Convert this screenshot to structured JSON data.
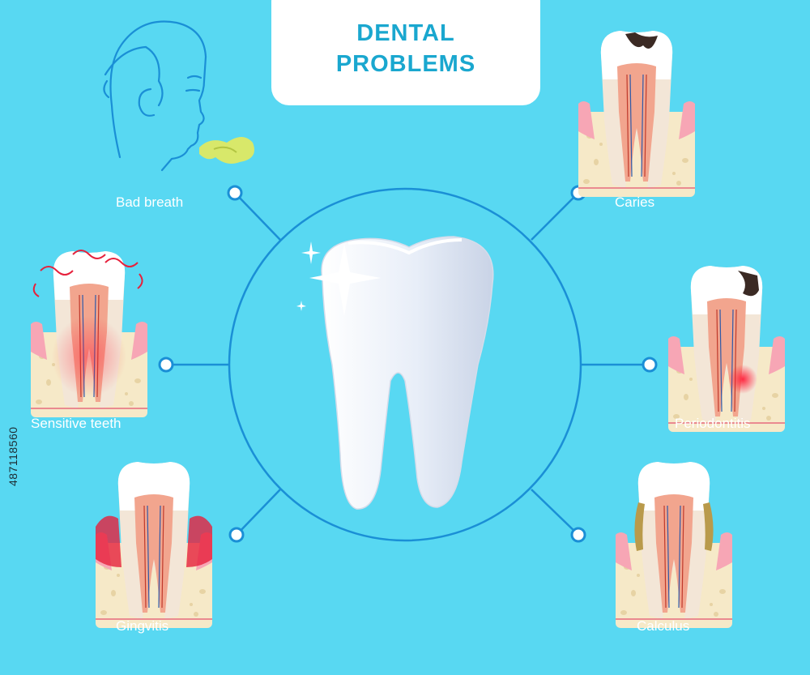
{
  "title": {
    "line1": "DENTAL",
    "line2": "PROBLEMS"
  },
  "problems": [
    {
      "id": "bad-breath",
      "label": "Bad breath"
    },
    {
      "id": "caries",
      "label": "Caries"
    },
    {
      "id": "sensitive-teeth",
      "label": "Sensitive teeth"
    },
    {
      "id": "periodontitis",
      "label": "Periodontitis"
    },
    {
      "id": "gingvitis",
      "label": "Gingvitis"
    },
    {
      "id": "calculus",
      "label": "Calculus"
    }
  ],
  "stock_id": "487118560",
  "colors": {
    "background": "#58d8f2",
    "connector": "#1a8fd6",
    "title": "#1aa7cf",
    "bone": "#f6e9c8",
    "gum": "#f7a6b5",
    "pulp": "#f2a58e",
    "inflammation": "#e6213c",
    "decay": "#3b2a24",
    "tartar": "#b99a4b",
    "breath": "#d8e86a"
  }
}
